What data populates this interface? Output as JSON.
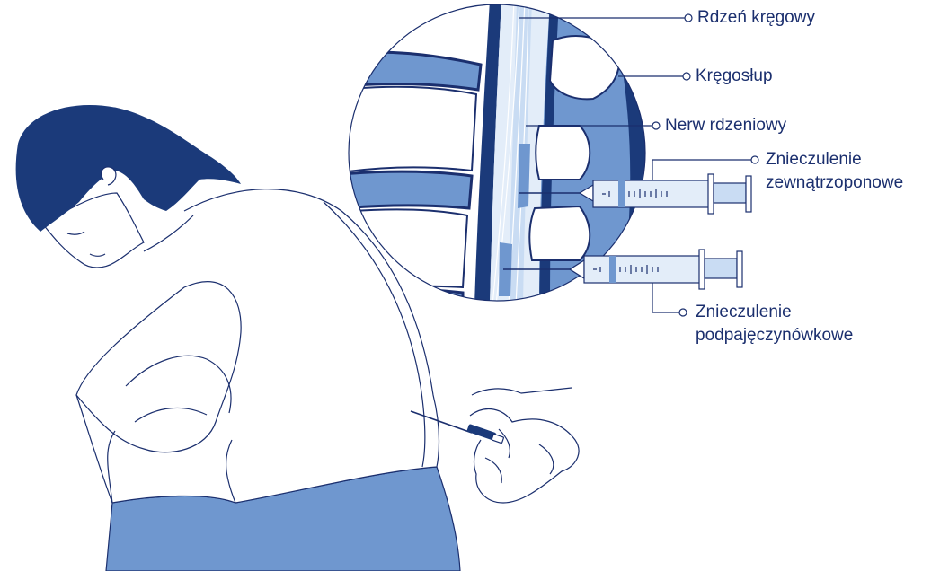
{
  "labels": {
    "spinal_cord": "Rdzeń kręgowy",
    "spine": "Kręgosłup",
    "spinal_nerve": "Nerw rdzeniowy",
    "epidural_line1": "Znieczulenie",
    "epidural_line2": "zewnątrzoponowe",
    "subarachnoid_line1": "Znieczulenie",
    "subarachnoid_line2": "podpajęczynówkowe"
  },
  "colors": {
    "navy": "#1b3a7a",
    "medium_blue": "#6f97cf",
    "light_blue": "#c9dcf3",
    "pale_blue": "#e3edf9",
    "outline": "#1b2f6e"
  }
}
